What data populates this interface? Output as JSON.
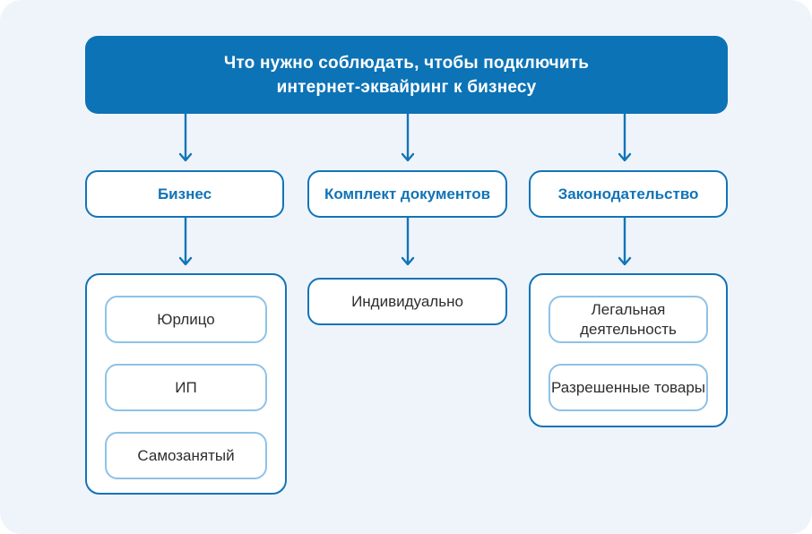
{
  "colors": {
    "canvas_bg": "#eff4fb",
    "header_bg": "#0c73b6",
    "border_blue": "#1274b8",
    "border_light": "#8fc2e7",
    "text_blue": "#1173b7",
    "text_dark": "#2e2e2e",
    "white": "#ffffff"
  },
  "header": {
    "title_line1": "Что нужно соблюдать, чтобы подключить",
    "title_line2": "интернет-эквайринг к бизнесу"
  },
  "columns": [
    {
      "label": "Бизнес",
      "children": [
        "Юрлицо",
        "ИП",
        "Самозанятый"
      ]
    },
    {
      "label": "Комплект документов",
      "children": [
        "Индивидуально"
      ]
    },
    {
      "label": "Законодательство",
      "children": [
        "Легальная деятельность",
        "Разрешенные товары"
      ]
    }
  ]
}
